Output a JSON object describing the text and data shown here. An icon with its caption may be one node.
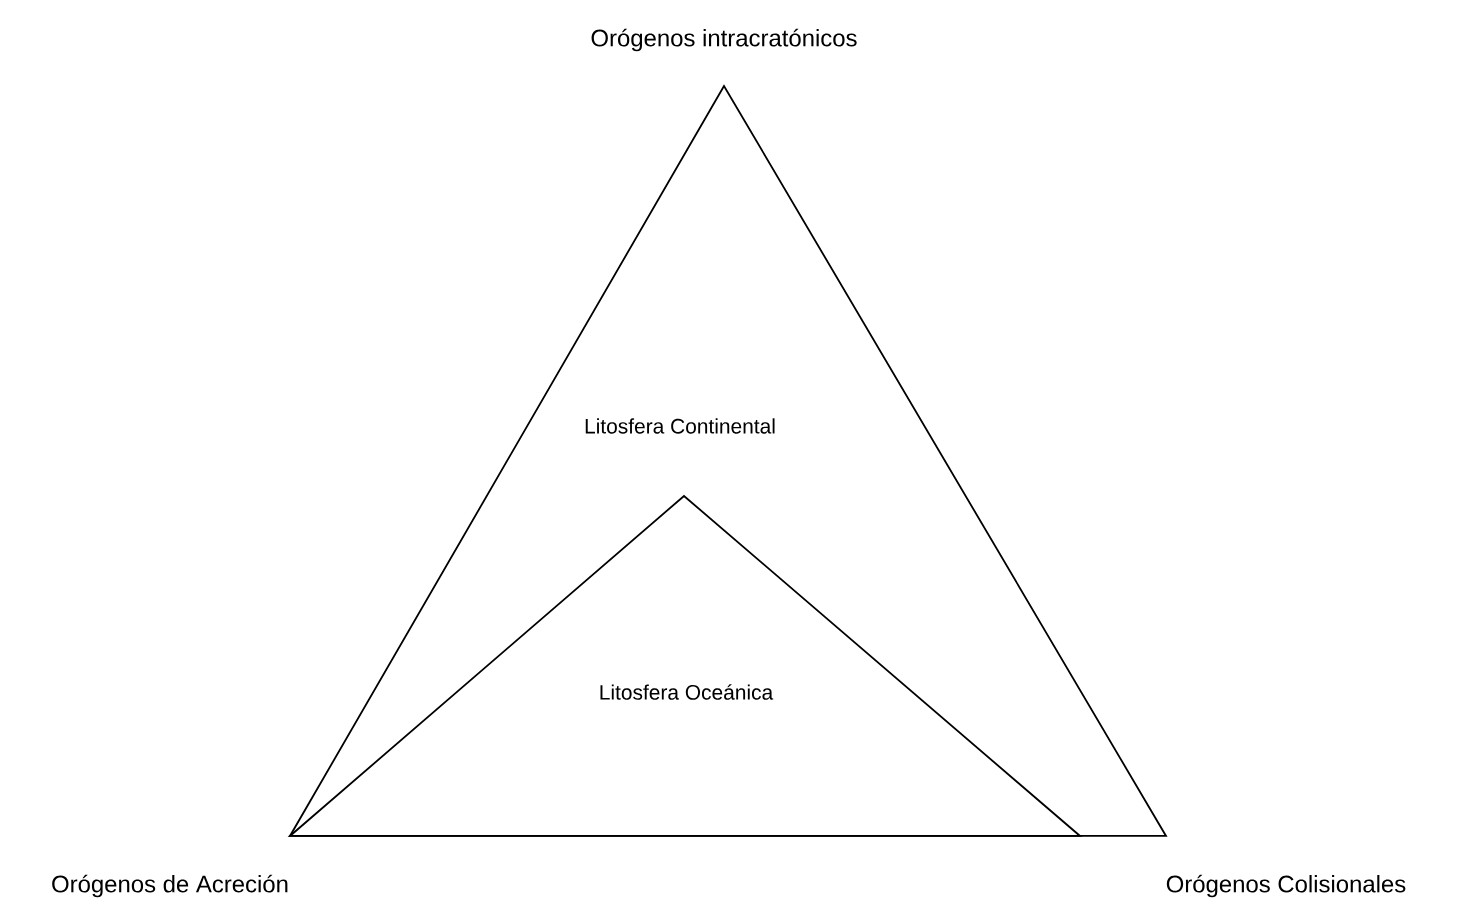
{
  "diagram": {
    "nodes": [
      {
        "text": [
          "Litosfera Continental"
        ]
      },
      {
        "text": [
          "Litosfera Oceánica"
        ],
        "in": 0
      }
    ],
    "labels": [
      "Orógenos intracratónicos",
      "Orógenos de Acreción",
      "Orógenos Colisionales"
    ]
  }
}
